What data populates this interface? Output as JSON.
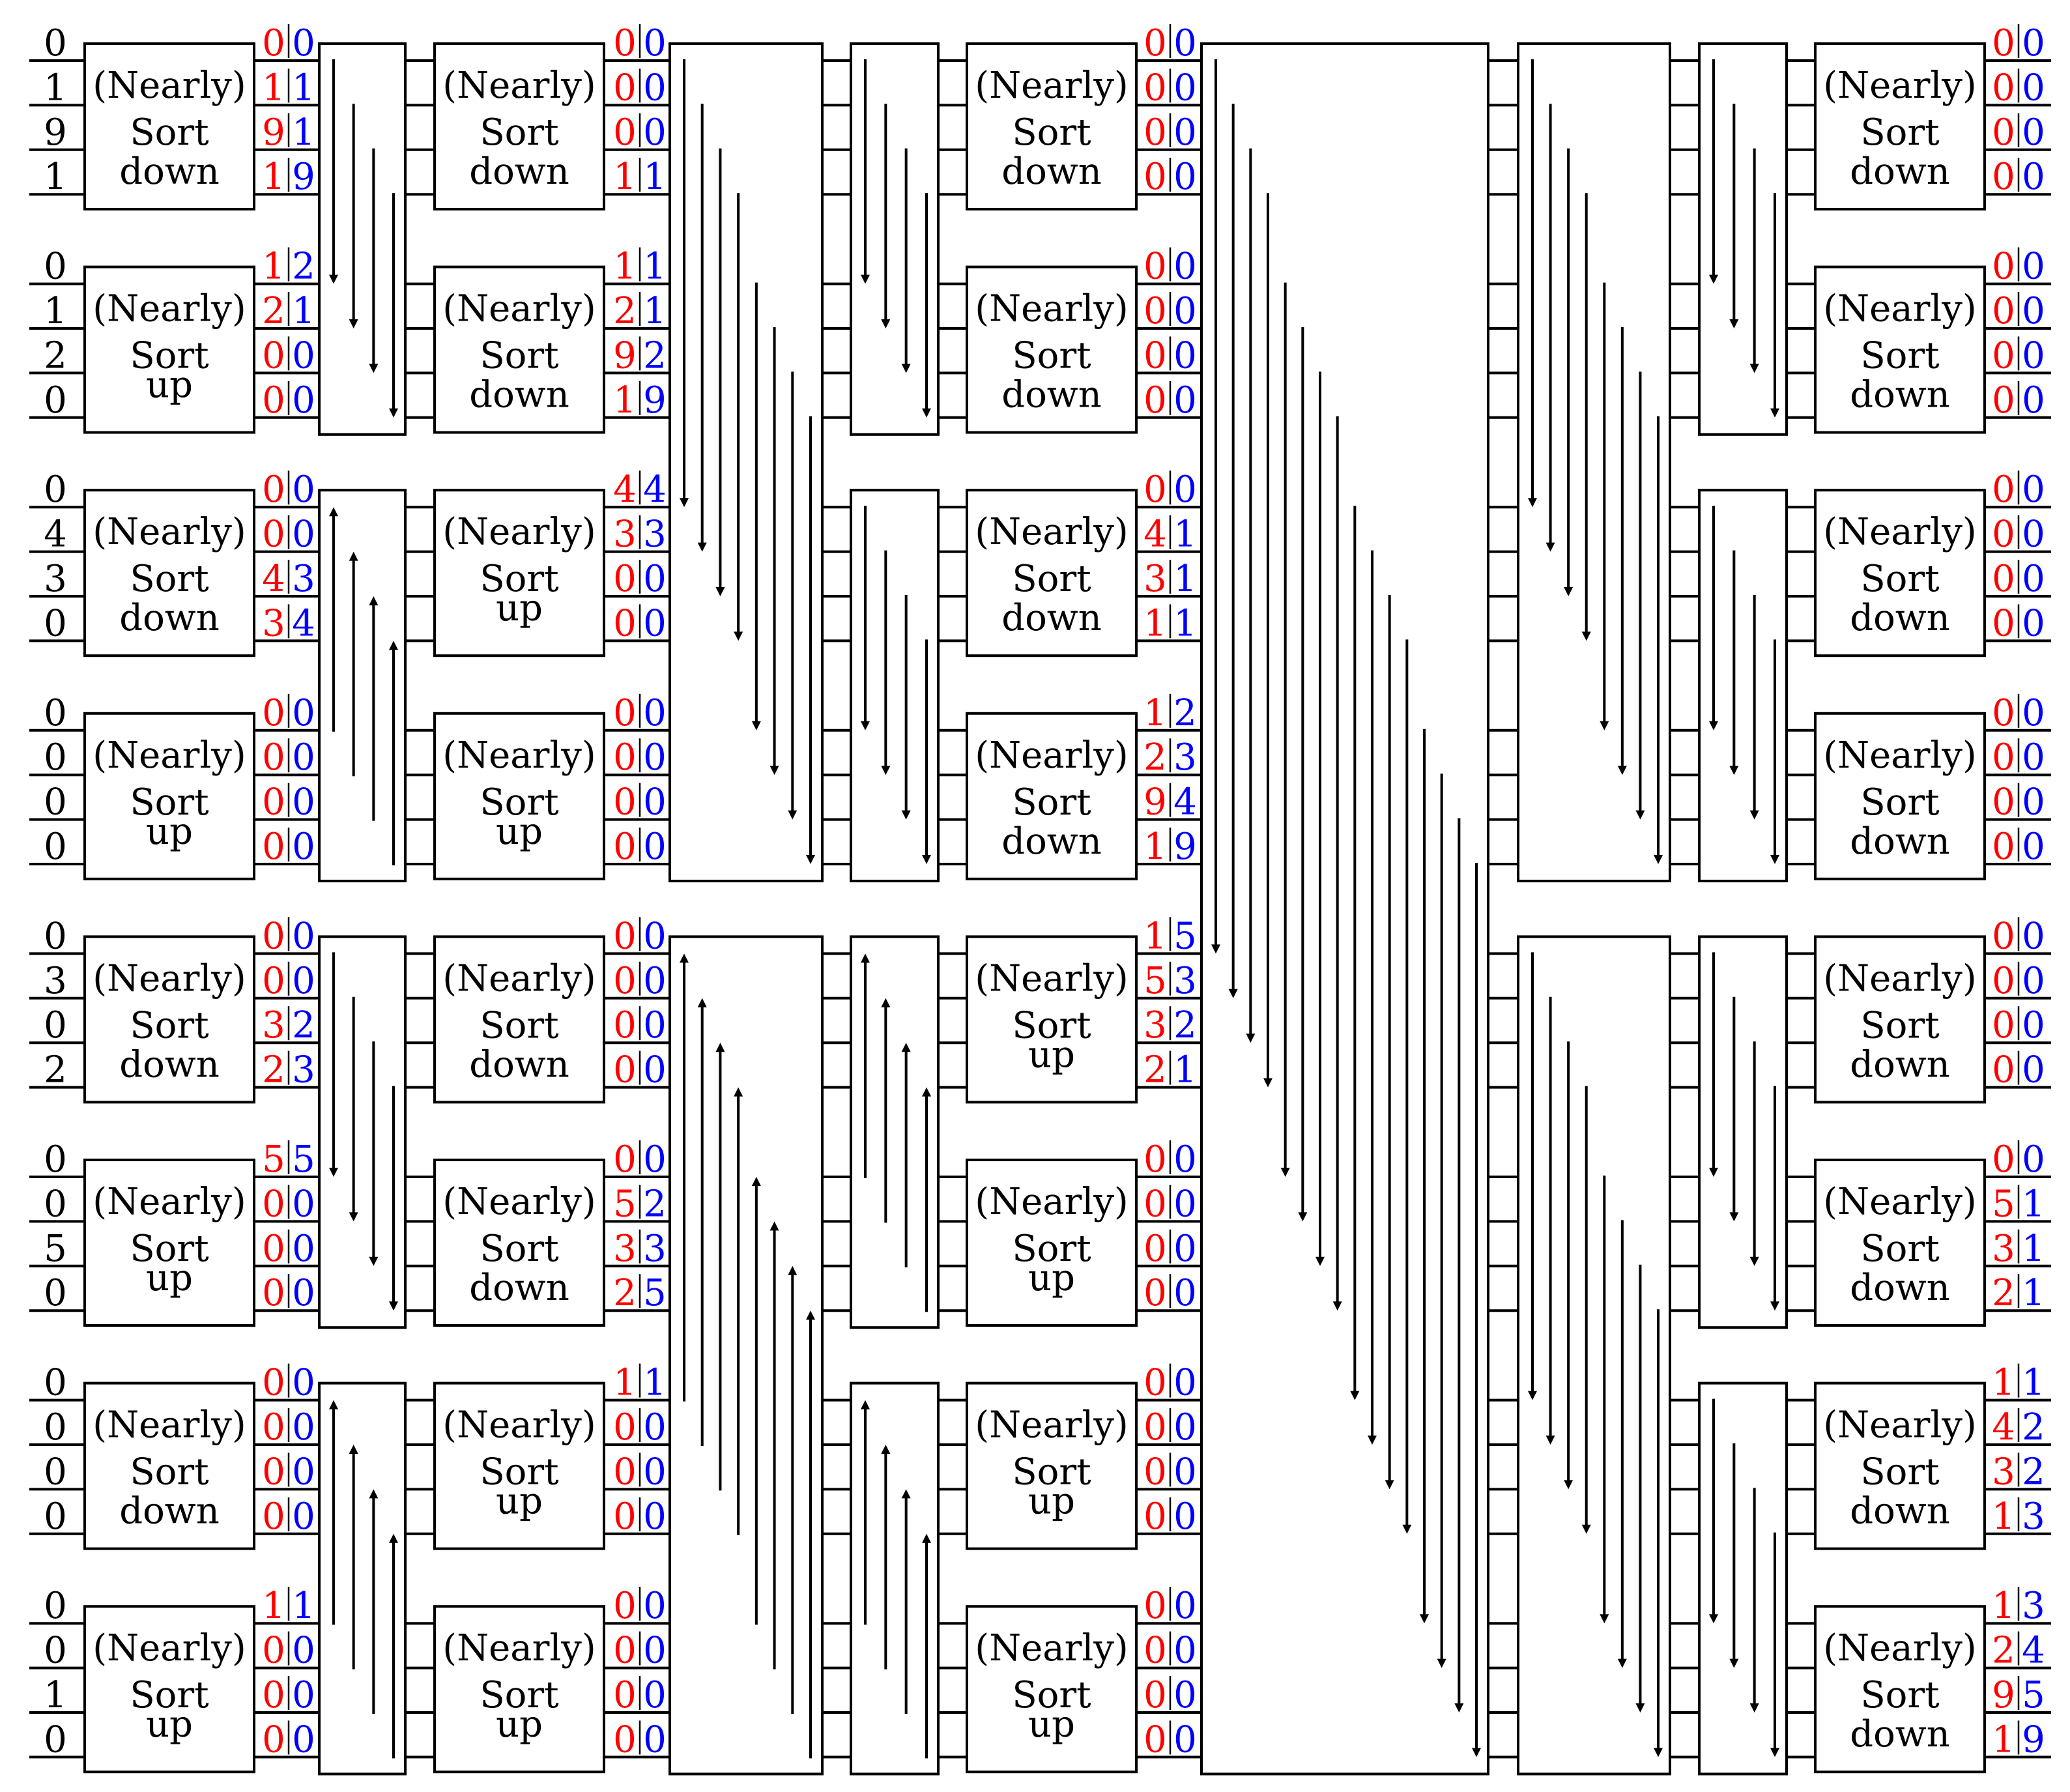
{
  "colors": {
    "ink": "#000000",
    "red_value": "#ff0000",
    "blue_value": "#0000ff",
    "background": "#ffffff"
  },
  "labels": {
    "line1": "(Nearly)",
    "line2": "Sort",
    "dir_down": "down",
    "dir_up": "up"
  },
  "inputs": [
    0,
    1,
    9,
    1,
    0,
    1,
    2,
    0,
    0,
    4,
    3,
    0,
    0,
    0,
    0,
    0,
    0,
    3,
    0,
    2,
    0,
    0,
    5,
    0,
    0,
    0,
    0,
    0,
    0,
    0,
    1,
    0
  ],
  "columns": [
    {
      "sorters": [
        "down",
        "up",
        "down",
        "up",
        "down",
        "up",
        "down",
        "up"
      ],
      "outputs": [
        [
          [
            0,
            0
          ],
          [
            1,
            1
          ],
          [
            9,
            1
          ],
          [
            1,
            9
          ]
        ],
        [
          [
            1,
            2
          ],
          [
            2,
            1
          ],
          [
            0,
            0
          ],
          [
            0,
            0
          ]
        ],
        [
          [
            0,
            0
          ],
          [
            0,
            0
          ],
          [
            4,
            3
          ],
          [
            3,
            4
          ]
        ],
        [
          [
            0,
            0
          ],
          [
            0,
            0
          ],
          [
            0,
            0
          ],
          [
            0,
            0
          ]
        ],
        [
          [
            0,
            0
          ],
          [
            0,
            0
          ],
          [
            3,
            2
          ],
          [
            2,
            3
          ]
        ],
        [
          [
            5,
            5
          ],
          [
            0,
            0
          ],
          [
            0,
            0
          ],
          [
            0,
            0
          ]
        ],
        [
          [
            0,
            0
          ],
          [
            0,
            0
          ],
          [
            0,
            0
          ],
          [
            0,
            0
          ]
        ],
        [
          [
            1,
            1
          ],
          [
            0,
            0
          ],
          [
            0,
            0
          ],
          [
            0,
            0
          ]
        ]
      ]
    },
    {
      "sorters": [
        "down",
        "down",
        "up",
        "up",
        "down",
        "down",
        "up",
        "up"
      ],
      "outputs": [
        [
          [
            0,
            0
          ],
          [
            0,
            0
          ],
          [
            0,
            0
          ],
          [
            1,
            1
          ]
        ],
        [
          [
            1,
            1
          ],
          [
            2,
            1
          ],
          [
            9,
            2
          ],
          [
            1,
            9
          ]
        ],
        [
          [
            4,
            4
          ],
          [
            3,
            3
          ],
          [
            0,
            0
          ],
          [
            0,
            0
          ]
        ],
        [
          [
            0,
            0
          ],
          [
            0,
            0
          ],
          [
            0,
            0
          ],
          [
            0,
            0
          ]
        ],
        [
          [
            0,
            0
          ],
          [
            0,
            0
          ],
          [
            0,
            0
          ],
          [
            0,
            0
          ]
        ],
        [
          [
            0,
            0
          ],
          [
            5,
            2
          ],
          [
            3,
            3
          ],
          [
            2,
            5
          ]
        ],
        [
          [
            1,
            1
          ],
          [
            0,
            0
          ],
          [
            0,
            0
          ],
          [
            0,
            0
          ]
        ],
        [
          [
            0,
            0
          ],
          [
            0,
            0
          ],
          [
            0,
            0
          ],
          [
            0,
            0
          ]
        ]
      ]
    },
    {
      "sorters": [
        "down",
        "down",
        "down",
        "down",
        "up",
        "up",
        "up",
        "up"
      ],
      "outputs": [
        [
          [
            0,
            0
          ],
          [
            0,
            0
          ],
          [
            0,
            0
          ],
          [
            0,
            0
          ]
        ],
        [
          [
            0,
            0
          ],
          [
            0,
            0
          ],
          [
            0,
            0
          ],
          [
            0,
            0
          ]
        ],
        [
          [
            0,
            0
          ],
          [
            4,
            1
          ],
          [
            3,
            1
          ],
          [
            1,
            1
          ]
        ],
        [
          [
            1,
            2
          ],
          [
            2,
            3
          ],
          [
            9,
            4
          ],
          [
            1,
            9
          ]
        ],
        [
          [
            1,
            5
          ],
          [
            5,
            3
          ],
          [
            3,
            2
          ],
          [
            2,
            1
          ]
        ],
        [
          [
            0,
            0
          ],
          [
            0,
            0
          ],
          [
            0,
            0
          ],
          [
            0,
            0
          ]
        ],
        [
          [
            0,
            0
          ],
          [
            0,
            0
          ],
          [
            0,
            0
          ],
          [
            0,
            0
          ]
        ],
        [
          [
            0,
            0
          ],
          [
            0,
            0
          ],
          [
            0,
            0
          ],
          [
            0,
            0
          ]
        ]
      ]
    },
    {
      "sorters": [
        "down",
        "down",
        "down",
        "down",
        "down",
        "down",
        "down",
        "down"
      ],
      "outputs": [
        [
          [
            0,
            0
          ],
          [
            0,
            0
          ],
          [
            0,
            0
          ],
          [
            0,
            0
          ]
        ],
        [
          [
            0,
            0
          ],
          [
            0,
            0
          ],
          [
            0,
            0
          ],
          [
            0,
            0
          ]
        ],
        [
          [
            0,
            0
          ],
          [
            0,
            0
          ],
          [
            0,
            0
          ],
          [
            0,
            0
          ]
        ],
        [
          [
            0,
            0
          ],
          [
            0,
            0
          ],
          [
            0,
            0
          ],
          [
            0,
            0
          ]
        ],
        [
          [
            0,
            0
          ],
          [
            0,
            0
          ],
          [
            0,
            0
          ],
          [
            0,
            0
          ]
        ],
        [
          [
            0,
            0
          ],
          [
            5,
            1
          ],
          [
            3,
            1
          ],
          [
            2,
            1
          ]
        ],
        [
          [
            1,
            1
          ],
          [
            4,
            2
          ],
          [
            3,
            2
          ],
          [
            1,
            3
          ]
        ],
        [
          [
            1,
            3
          ],
          [
            2,
            4
          ],
          [
            9,
            5
          ],
          [
            1,
            9
          ]
        ]
      ]
    }
  ],
  "merge_stages": [
    {
      "span": 8,
      "directions": [
        "down",
        "up",
        "down",
        "up"
      ]
    },
    {
      "span": 16,
      "directions": [
        "down",
        "up"
      ]
    },
    {
      "span": 8,
      "directions": [
        "down",
        "down",
        "up",
        "up"
      ]
    },
    {
      "span": 32,
      "directions": [
        "down"
      ]
    },
    {
      "span": 16,
      "directions": [
        "down",
        "down"
      ]
    },
    {
      "span": 8,
      "directions": [
        "down",
        "down",
        "down",
        "down"
      ]
    }
  ]
}
